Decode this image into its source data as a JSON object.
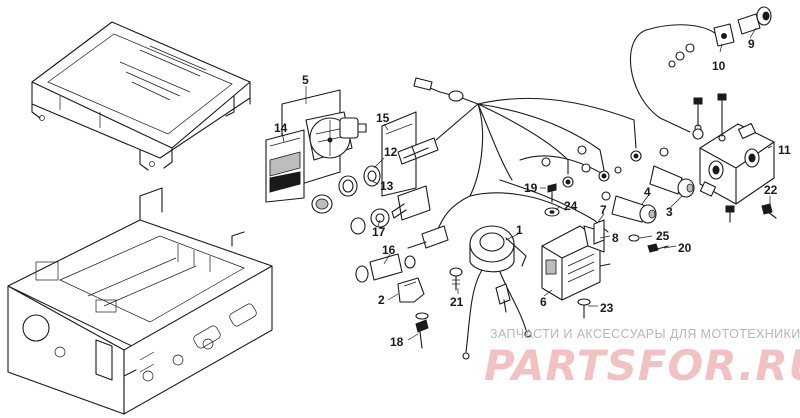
{
  "diagram": {
    "callouts": [
      "1",
      "2",
      "3",
      "4",
      "5",
      "6",
      "7",
      "8",
      "9",
      "10",
      "11",
      "12",
      "13",
      "14",
      "15",
      "16",
      "17",
      "18",
      "19",
      "20",
      "21",
      "22",
      "23",
      "24",
      "25"
    ]
  },
  "watermark": {
    "subtitle": "ЗАПЧАСТИ И АКСЕССУАРЫ ДЛЯ МОТОТЕХНИКИ",
    "brand": "PARTSFOR.RU",
    "brand_color": "#f2c2c2"
  }
}
